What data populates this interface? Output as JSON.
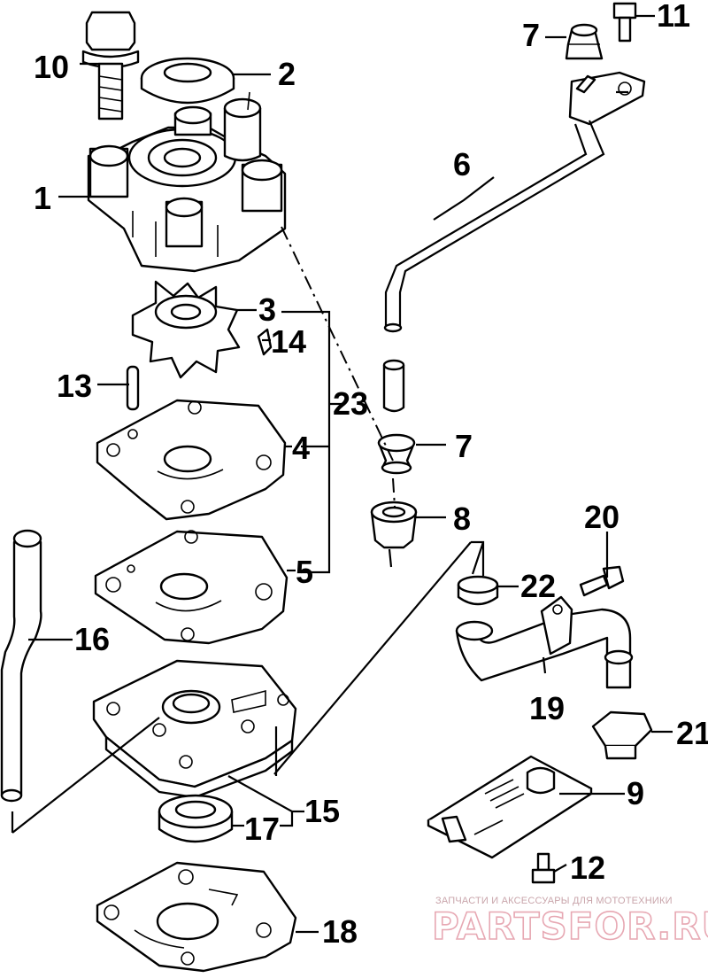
{
  "diagram": {
    "callouts": {
      "p1": "1",
      "p2": "2",
      "p3": "3",
      "p4": "4",
      "p5": "5",
      "p6": "6",
      "p7a": "7",
      "p7b": "7",
      "p8": "8",
      "p9": "9",
      "p10": "10",
      "p11": "11",
      "p12": "12",
      "p13": "13",
      "p14": "14",
      "p15": "15",
      "p16": "16",
      "p17": "17",
      "p18": "18",
      "p19": "19",
      "p20": "20",
      "p21": "21",
      "p22": "22",
      "p23": "23"
    }
  },
  "watermark": {
    "tagline": "ЗАПЧАСТИ И АКСЕССУАРЫ ДЛЯ МОТОТЕХНИКИ",
    "logo": "PARTSFOR.RU"
  }
}
